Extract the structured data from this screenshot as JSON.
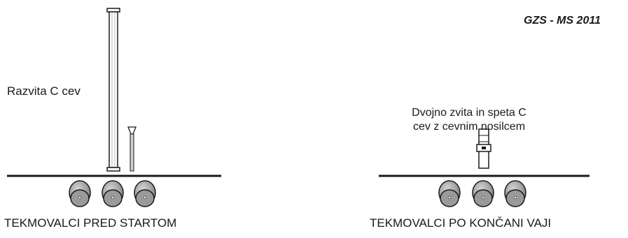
{
  "header": {
    "label": "GZS - MS 2011"
  },
  "left_panel": {
    "hose_label": "Razvita C cev",
    "caption": "TEKMOVALCI PRED STARTOM"
  },
  "right_panel": {
    "rolled_label_line1": "Dvojno zvita in speta C",
    "rolled_label_line2": "cev z cevnim nosilcem",
    "caption": "TEKMOVALCI PO KONČANI VAJI"
  },
  "colors": {
    "line": "#1a1a1a",
    "competitor_fill": "#8a8a8a",
    "competitor_highlight": "#c8c8c8",
    "tube_fill": "#ffffff",
    "tube_inner": "#d9d9d9"
  }
}
